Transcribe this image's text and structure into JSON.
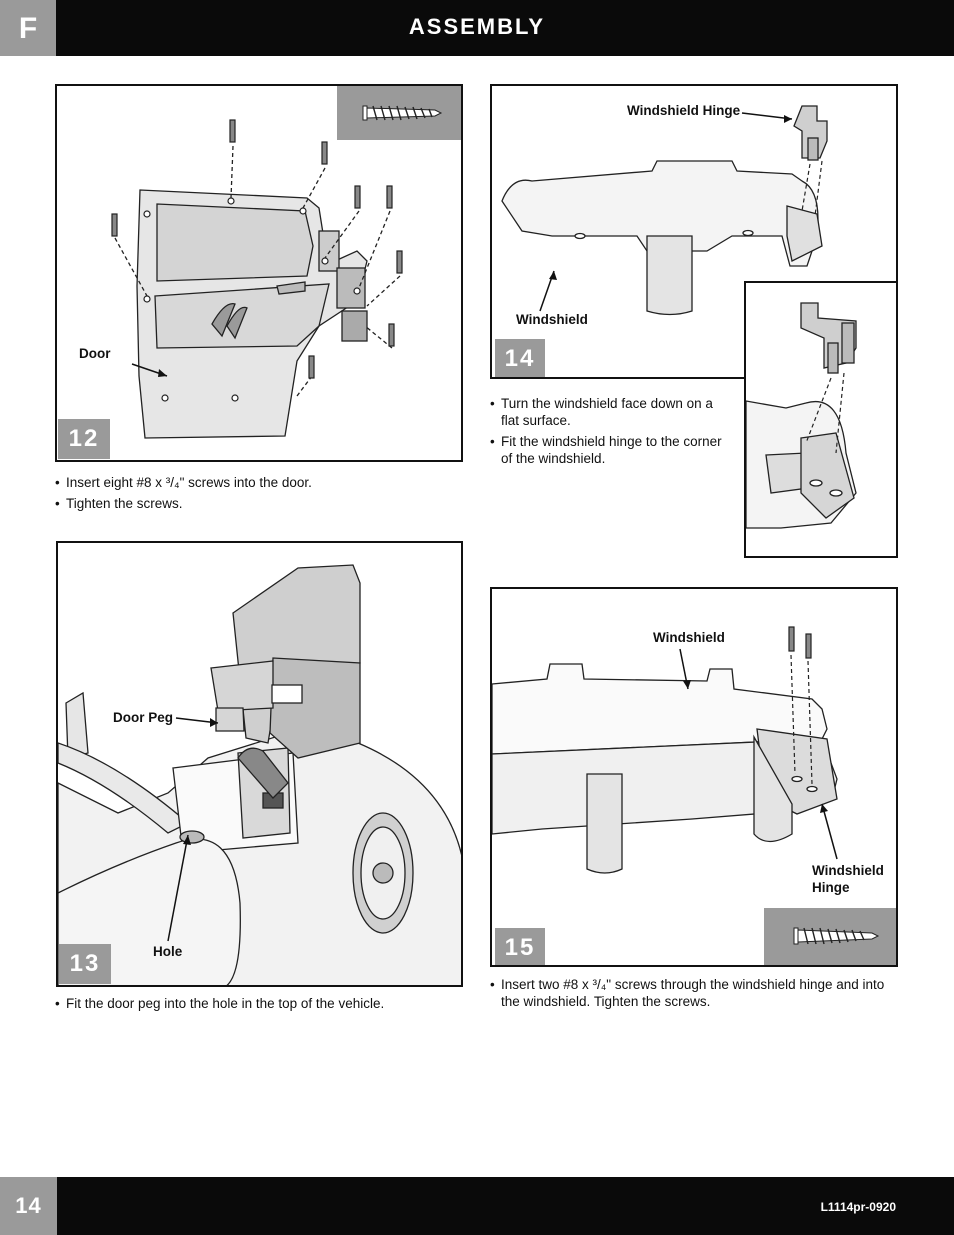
{
  "header": {
    "section_letter": "F",
    "title": "ASSEMBLY"
  },
  "footer": {
    "page_number": "14",
    "doc_code": "L1114pr-0920"
  },
  "step12": {
    "number": "12",
    "door_label": "Door",
    "bullets": [
      "Insert eight #8 x ³/₄\" screws into the door.",
      "Tighten the screws."
    ]
  },
  "step13": {
    "number": "13",
    "door_peg_label": "Door Peg",
    "hole_label": "Hole",
    "bullets": [
      "Fit the door peg into the hole in the top of the vehicle."
    ]
  },
  "step14": {
    "number": "14",
    "hinge_label": "Windshield Hinge",
    "windshield_label": "Windshield",
    "bullets": [
      "Turn the windshield face down on a flat surface.",
      "Fit the windshield hinge to the corner of the windshield."
    ]
  },
  "step15": {
    "number": "15",
    "windshield_label": "Windshield",
    "hinge_label": "Windshield Hinge",
    "bullets": [
      "Insert two #8 x ³/₄\" screws through the windshield hinge and into the windshield. Tighten the screws."
    ]
  },
  "icons": {
    "bullet": "bullet-dot",
    "screw": "screw-icon"
  }
}
